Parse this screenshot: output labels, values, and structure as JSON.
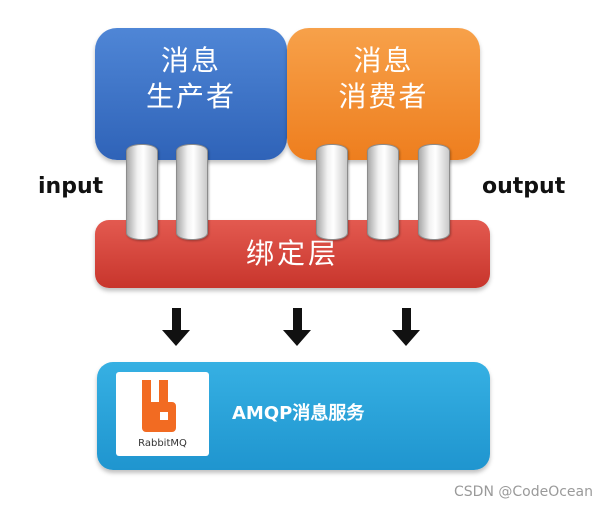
{
  "producer": {
    "line1": "消息",
    "line2": "生产者",
    "color": "#3a70c6"
  },
  "consumer": {
    "line1": "消息",
    "line2": "消费者",
    "color": "#f28a2c"
  },
  "binding": {
    "label": "绑定层",
    "color": "#d4443a"
  },
  "input_label": "input",
  "output_label": "output",
  "service": {
    "label": "AMQP消息服务",
    "logo_text": "RabbitMQ",
    "color": "#2aa3db"
  },
  "watermark": "CSDN @CodeOcean"
}
